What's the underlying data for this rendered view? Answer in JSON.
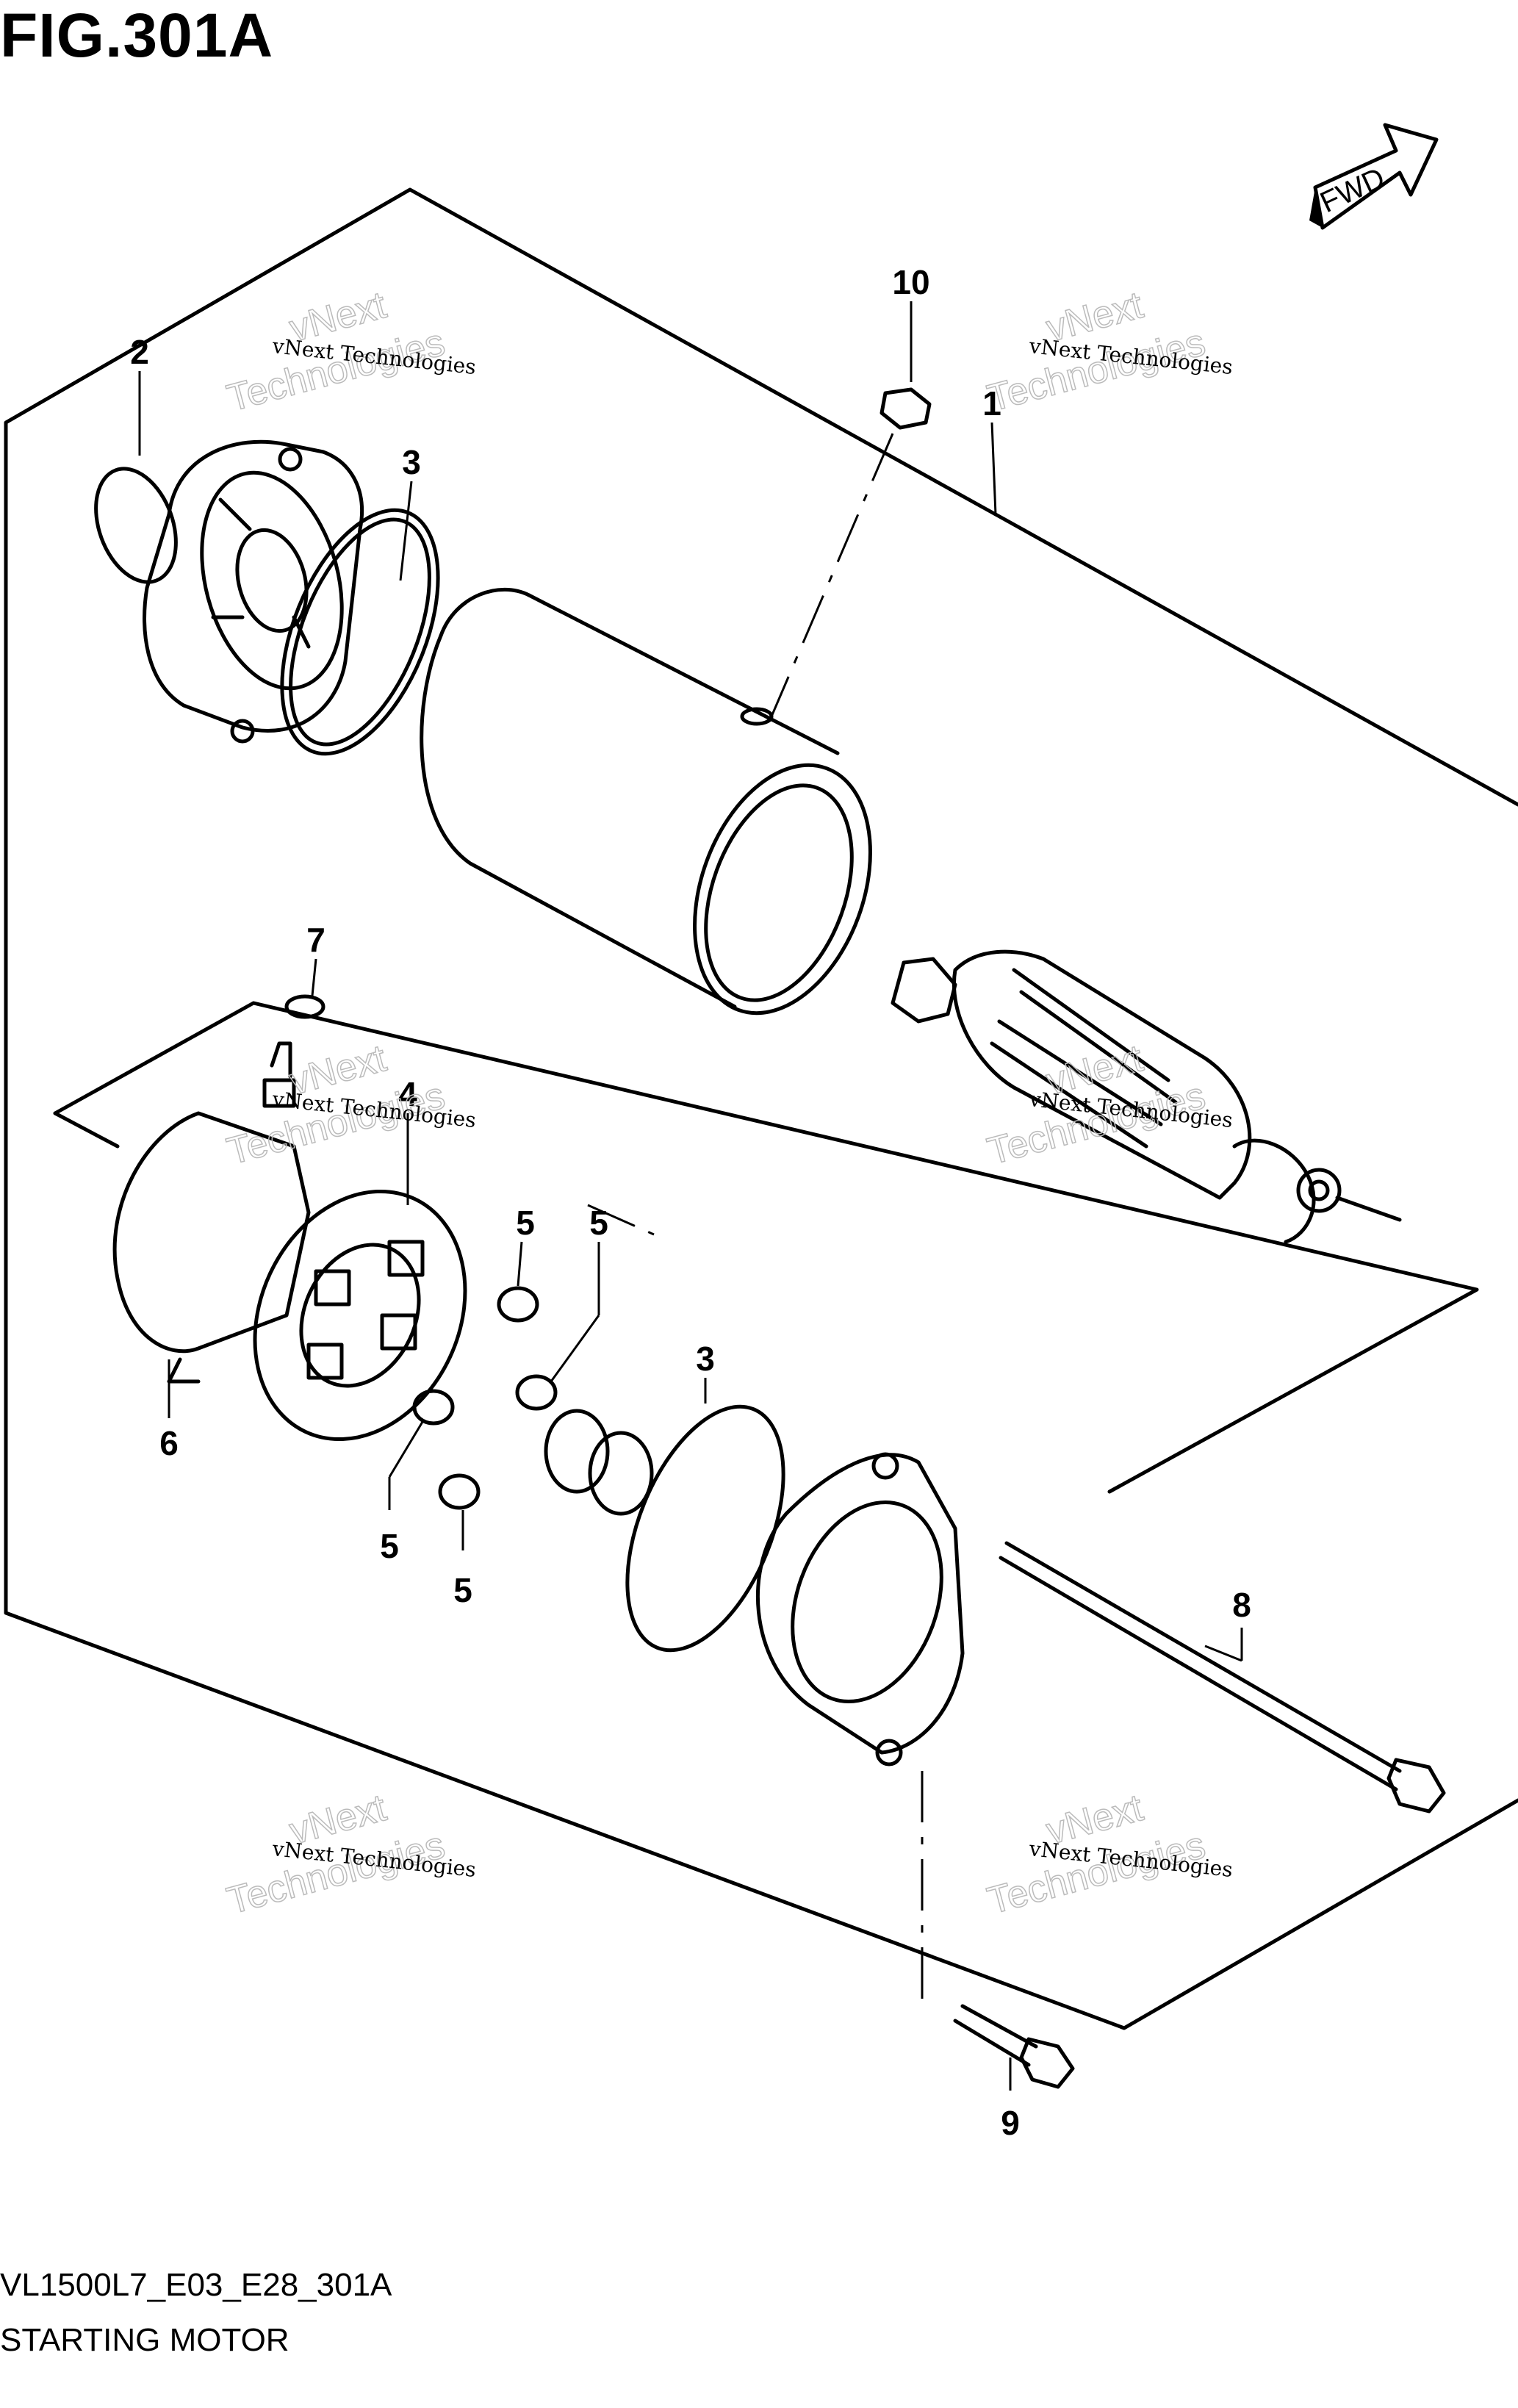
{
  "figure": {
    "title": "FIG.301A",
    "code": "VL1500L7_E03_E28_301A",
    "caption": "STARTING MOTOR"
  },
  "direction_marker": {
    "label": "FWD"
  },
  "callouts": [
    "1",
    "2",
    "3",
    "3",
    "4",
    "5",
    "5",
    "5",
    "5",
    "6",
    "7",
    "8",
    "9",
    "10"
  ],
  "watermark": {
    "line1": "vNext Technologies",
    "line2a": "vNext",
    "line2b": "Technologies"
  }
}
